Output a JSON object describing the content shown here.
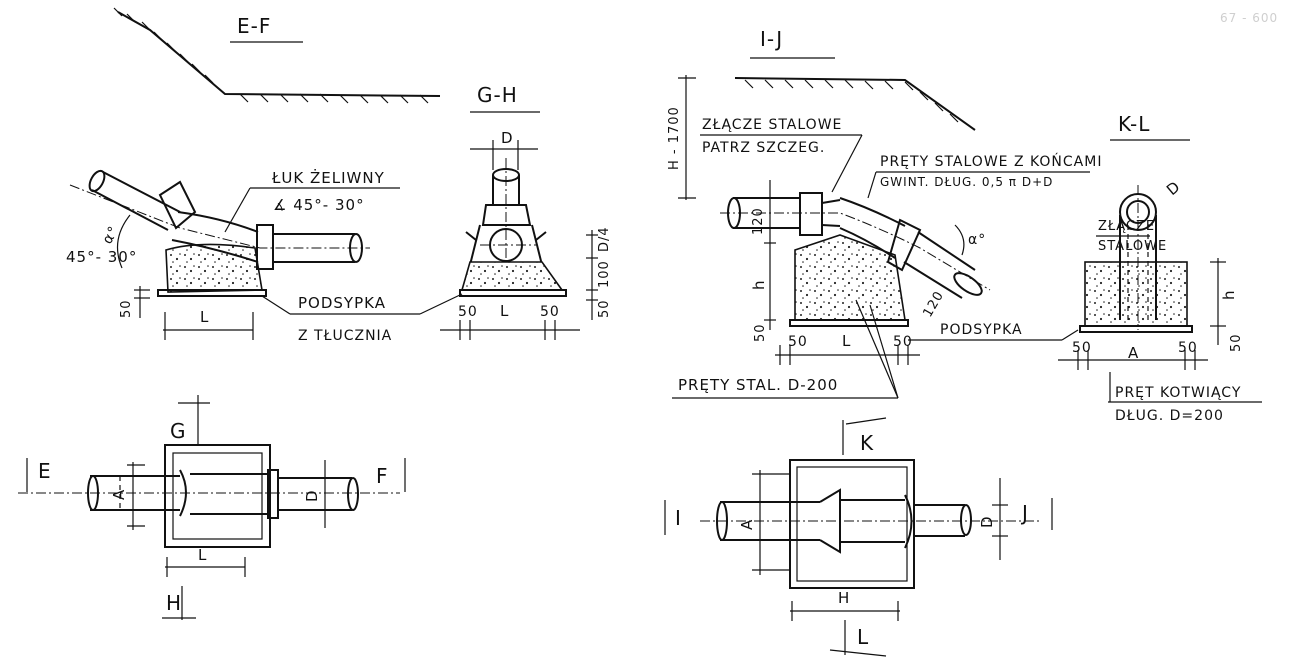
{
  "sections": {
    "ef": "E-F",
    "gh": "G-H",
    "ij": "I-J",
    "kl": "K-L"
  },
  "labels": {
    "luk_zeliwny": "ŁUK ŻELIWNY",
    "luk_angle": "∡ 45°- 30°",
    "angle_left": "45°- 30°",
    "alpha": "α°",
    "podsypka": "PODSYPKA",
    "z_tlucznia": "Z TŁUCZNIA",
    "zlacze_stalowe_1": "ZŁĄCZE STALOWE",
    "patrz_szczeg": "PATRZ SZCZEG.",
    "prety_stalowe": "PRĘTY STALOWE Z KOŃCAMI",
    "gwint": "GWINT. DŁUG. 0,5 π D+D",
    "zlacze": "ZŁĄCZE",
    "stalowe": "STALOWE",
    "podsypka_2": "PODSYPKA",
    "prety_stal": "PRĘTY STAL. D-200",
    "pret_kotwiacy": "PRĘT KOTWIĄCY",
    "dlug": "DŁUG. D=200",
    "stamp": "67 - 600"
  },
  "dimensions": {
    "d": "D",
    "d4": "D/4",
    "l": "L",
    "h": "h",
    "a": "A",
    "hh": "H",
    "v50": "50",
    "v100": "100",
    "v120": "120",
    "h1700": "H - 1700"
  },
  "markers": {
    "e": "E",
    "f": "F",
    "g": "G",
    "h": "H",
    "i": "I",
    "j": "J",
    "k": "K",
    "l": "L"
  }
}
